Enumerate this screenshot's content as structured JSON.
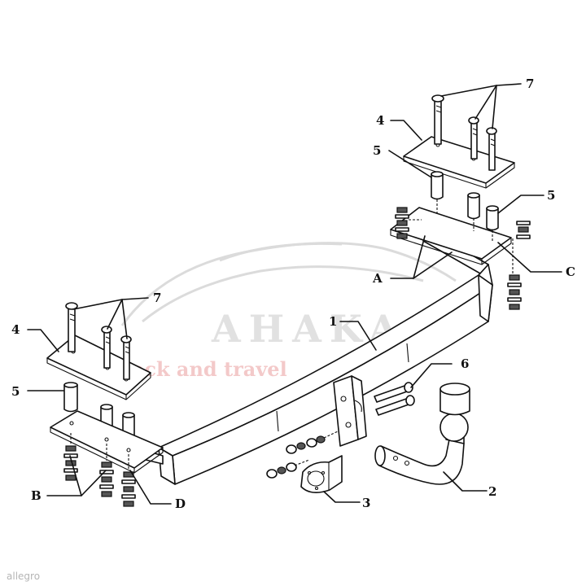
{
  "watermark": {
    "brand": "AHAKA",
    "tagline": "pack and travel",
    "site": "allegro"
  },
  "labels": {
    "main_bar": "1",
    "ball": "2",
    "socket_plate": "3",
    "plate_left": "4",
    "plate_right": "4",
    "spacer_left": "5",
    "spacer_right_a": "5",
    "spacer_right_b": "5",
    "bolt_set": "6",
    "studs_left": "7",
    "studs_right": "7",
    "point_a": "A",
    "point_b": "B",
    "point_c": "C",
    "point_d": "D"
  }
}
